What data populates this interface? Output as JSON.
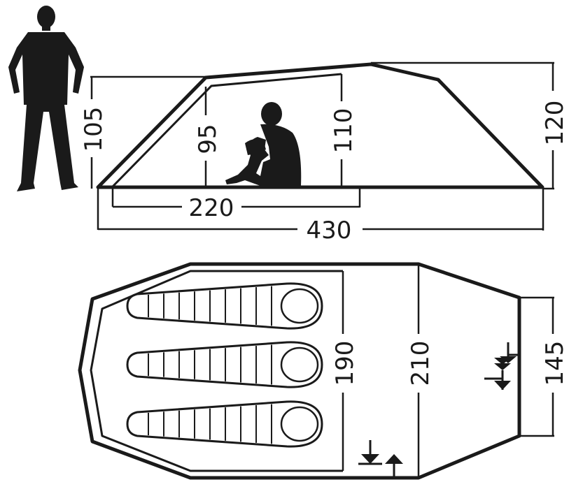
{
  "colors": {
    "ink": "#1a1a1a",
    "background": "#ffffff"
  },
  "side_view": {
    "dimensions": {
      "height_front": "105",
      "height_inner": "95",
      "height_peak": "110",
      "height_rear": "120",
      "inner_length": "220",
      "total_length": "430"
    }
  },
  "floor_plan": {
    "dimensions": {
      "sleeping_length": "190",
      "inner_width": "210",
      "vestibule_width": "145"
    },
    "sleeping_bags": 3,
    "icons": [
      "entrance-arrows-icon",
      "entrance-arrows-icon"
    ]
  }
}
